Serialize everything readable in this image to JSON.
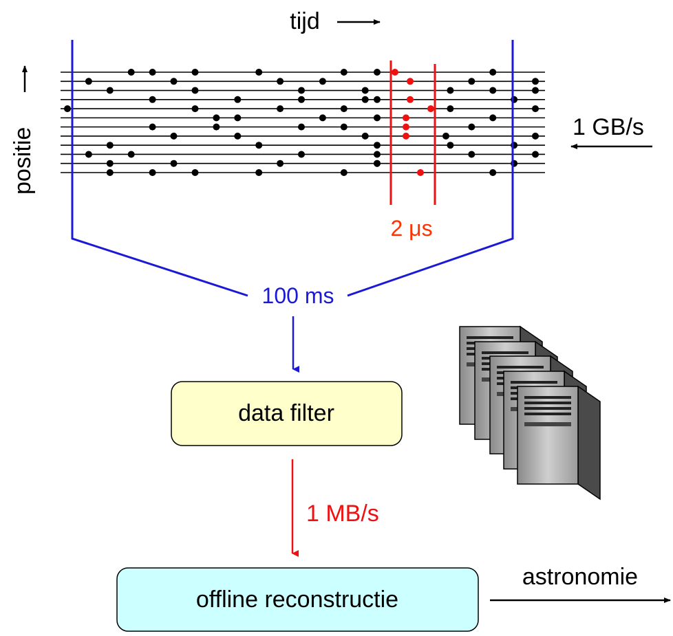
{
  "labels": {
    "time_axis": "tijd",
    "position_axis": "positie",
    "input_rate": "1 GB/s",
    "window_small": "2 μs",
    "window_large": "100 ms",
    "filter_box": "data filter",
    "output_rate": "1 MB/s",
    "reconstruction_box": "offline reconstructie",
    "destination": "astronomie"
  },
  "colors": {
    "blue": "#1a1ad6",
    "red": "#ee1111",
    "red_text": "#ff3300",
    "black": "#000000",
    "filter_fill": "#ffffcc",
    "reconstruction_fill": "#ccffff",
    "server_light": "#c0c0c0",
    "server_dark": "#555555"
  },
  "icons": {
    "servers": "server-rack-cluster-icon"
  },
  "detector": {
    "line_count": 12,
    "black_hits": [
      [
        0,
        3
      ],
      [
        0,
        4
      ],
      [
        0,
        6
      ],
      [
        0,
        9
      ],
      [
        0,
        13
      ],
      [
        0,
        16
      ],
      [
        0,
        20
      ],
      [
        1,
        1
      ],
      [
        1,
        5
      ],
      [
        1,
        10
      ],
      [
        1,
        12
      ],
      [
        1,
        19
      ],
      [
        1,
        22
      ],
      [
        2,
        2
      ],
      [
        2,
        6
      ],
      [
        2,
        11
      ],
      [
        2,
        14
      ],
      [
        2,
        18
      ],
      [
        2,
        20
      ],
      [
        2,
        22
      ],
      [
        3,
        4
      ],
      [
        3,
        8
      ],
      [
        3,
        11
      ],
      [
        3,
        14
      ],
      [
        3,
        16
      ],
      [
        3,
        21
      ],
      [
        4,
        0
      ],
      [
        4,
        6
      ],
      [
        4,
        10
      ],
      [
        4,
        13
      ],
      [
        4,
        18
      ],
      [
        4,
        22
      ],
      [
        5,
        7
      ],
      [
        5,
        8
      ],
      [
        5,
        12
      ],
      [
        5,
        16
      ],
      [
        5,
        20
      ],
      [
        6,
        4
      ],
      [
        6,
        7
      ],
      [
        6,
        11
      ],
      [
        6,
        13
      ],
      [
        6,
        19
      ],
      [
        7,
        5
      ],
      [
        7,
        8
      ],
      [
        7,
        14
      ],
      [
        7,
        17
      ],
      [
        7,
        22
      ],
      [
        8,
        2
      ],
      [
        8,
        9
      ],
      [
        8,
        15
      ],
      [
        8,
        18
      ],
      [
        8,
        21
      ],
      [
        9,
        1
      ],
      [
        9,
        3
      ],
      [
        9,
        11
      ],
      [
        9,
        15
      ],
      [
        9,
        19
      ],
      [
        9,
        22
      ],
      [
        10,
        2
      ],
      [
        10,
        5
      ],
      [
        10,
        10
      ],
      [
        10,
        15
      ],
      [
        10,
        16
      ],
      [
        10,
        21
      ],
      [
        11,
        2
      ],
      [
        11,
        4
      ],
      [
        11,
        6
      ],
      [
        11,
        9
      ],
      [
        11,
        13
      ],
      [
        11,
        20
      ]
    ],
    "red_hits": [
      [
        0,
        0
      ],
      [
        1,
        1
      ],
      [
        3,
        1
      ],
      [
        5,
        0
      ],
      [
        6,
        0
      ],
      [
        7,
        0
      ],
      [
        11,
        1
      ]
    ]
  }
}
